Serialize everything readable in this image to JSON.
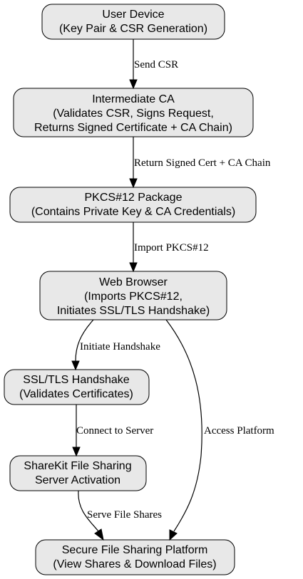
{
  "diagram": {
    "nodes": {
      "user_device": {
        "lines": [
          "User Device",
          "(Key Pair & CSR Generation)"
        ]
      },
      "intermediate_ca": {
        "lines": [
          "Intermediate CA",
          "(Validates CSR, Signs Request,",
          "Returns Signed Certificate + CA Chain)"
        ]
      },
      "pkcs12_package": {
        "lines": [
          "PKCS#12 Package",
          "(Contains Private Key & CA Credentials)"
        ]
      },
      "web_browser": {
        "lines": [
          "Web Browser",
          "(Imports PKCS#12,",
          "Initiates SSL/TLS Handshake)"
        ]
      },
      "tls_handshake": {
        "lines": [
          "SSL/TLS Handshake",
          "(Validates Certificates)"
        ]
      },
      "sharekit_server": {
        "lines": [
          "ShareKit File Sharing",
          "Server Activation"
        ]
      },
      "secure_platform": {
        "lines": [
          "Secure File Sharing Platform",
          "(View Shares & Download Files)"
        ]
      }
    },
    "edges": {
      "send_csr": "Send CSR",
      "return_signed": "Return Signed Cert + CA Chain",
      "import_pkcs12": "Import PKCS#12",
      "initiate_handshake": "Initiate Handshake",
      "connect_server": "Connect to Server",
      "serve_shares": "Serve File Shares",
      "access_platform": "Access Platform"
    }
  }
}
